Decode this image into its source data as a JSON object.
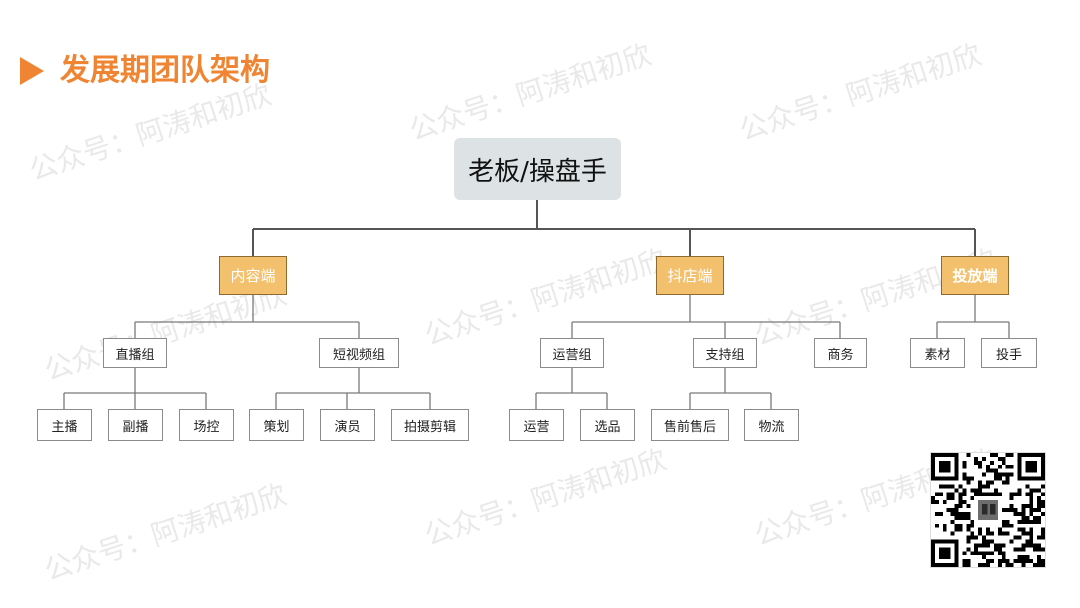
{
  "page": {
    "title": "发展期团队架构",
    "watermark": "公众号：阿涛和初欣"
  },
  "org": {
    "root": "老板/操盘手",
    "content": {
      "label": "内容端",
      "live": {
        "label": "直播组",
        "members": [
          "主播",
          "副播",
          "场控"
        ]
      },
      "video": {
        "label": "短视频组",
        "members": [
          "策划",
          "演员",
          "拍摄剪辑"
        ]
      }
    },
    "store": {
      "label": "抖店端",
      "ops": {
        "label": "运营组",
        "members": [
          "运营",
          "选品"
        ]
      },
      "support": {
        "label": "支持组",
        "members": [
          "售前售后",
          "物流"
        ]
      },
      "business": {
        "label": "商务"
      }
    },
    "ads": {
      "label": "投放端",
      "materials": {
        "label": "素材"
      },
      "buyer": {
        "label": "投手"
      }
    }
  },
  "colors": {
    "accent": "#ef8532",
    "level1_fill": "#f3c16e",
    "root_fill": "#dde3e4",
    "line": "#555555"
  }
}
